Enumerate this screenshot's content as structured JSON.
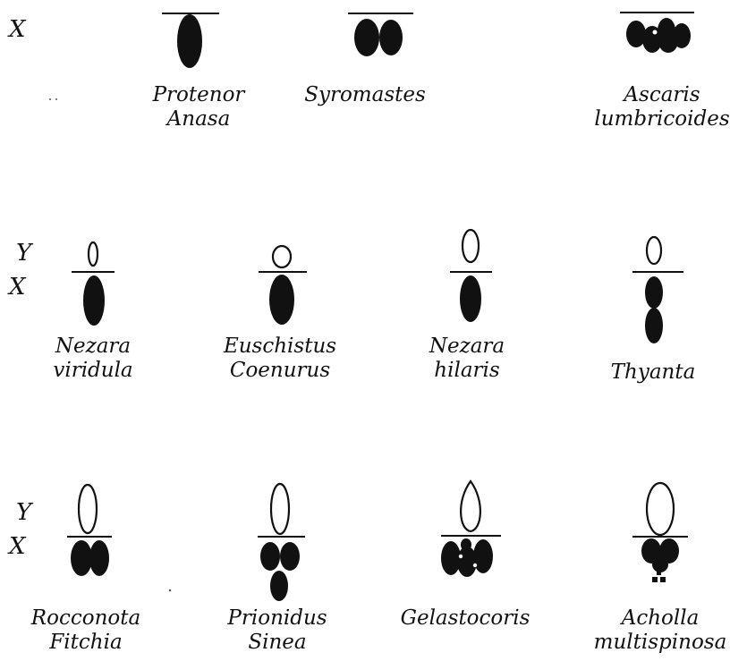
{
  "row_labels": {
    "row1_x": "X",
    "row2_y": "Y",
    "row2_x": "X",
    "row3_y": "Y",
    "row3_x": "X"
  },
  "figures": [
    {
      "id": "protenor",
      "label": [
        "Protenor",
        "Anasa"
      ],
      "y": "none",
      "x": "single large X"
    },
    {
      "id": "syromastes",
      "label": [
        "Syromastes"
      ],
      "y": "none",
      "x": "two X elements"
    },
    {
      "id": "ascaris",
      "label": [
        "Ascaris",
        "lumbricoides"
      ],
      "y": "none",
      "x": "cluster of several X elements"
    },
    {
      "id": "nezara-viridula",
      "label": [
        "Nezara",
        "viridula"
      ],
      "y": "small",
      "x": "single"
    },
    {
      "id": "euschistus",
      "label": [
        "Euschistus",
        "Coenurus"
      ],
      "y": "small",
      "x": "single"
    },
    {
      "id": "nezara-hilaris",
      "label": [
        "Nezara",
        "hilaris"
      ],
      "y": "small",
      "x": "single"
    },
    {
      "id": "thyanta",
      "label": [
        "Thyanta"
      ],
      "y": "small",
      "x": "two stacked X elements"
    },
    {
      "id": "rocconota",
      "label": [
        "Rocconota",
        "Fitchia"
      ],
      "y": "large",
      "x": "two X elements"
    },
    {
      "id": "prionidus",
      "label": [
        "Prionidus",
        "Sinea"
      ],
      "y": "large",
      "x": "three X elements"
    },
    {
      "id": "gelastocoris",
      "label": [
        "Gelastocoris"
      ],
      "y": "large",
      "x": "cluster of X elements"
    },
    {
      "id": "acholla",
      "label": [
        "Acholla",
        "multispinosa"
      ],
      "y": "large",
      "x": "cluster with small granules"
    }
  ],
  "colors": {
    "chromosome": "#111111",
    "background": "#ffffff"
  }
}
